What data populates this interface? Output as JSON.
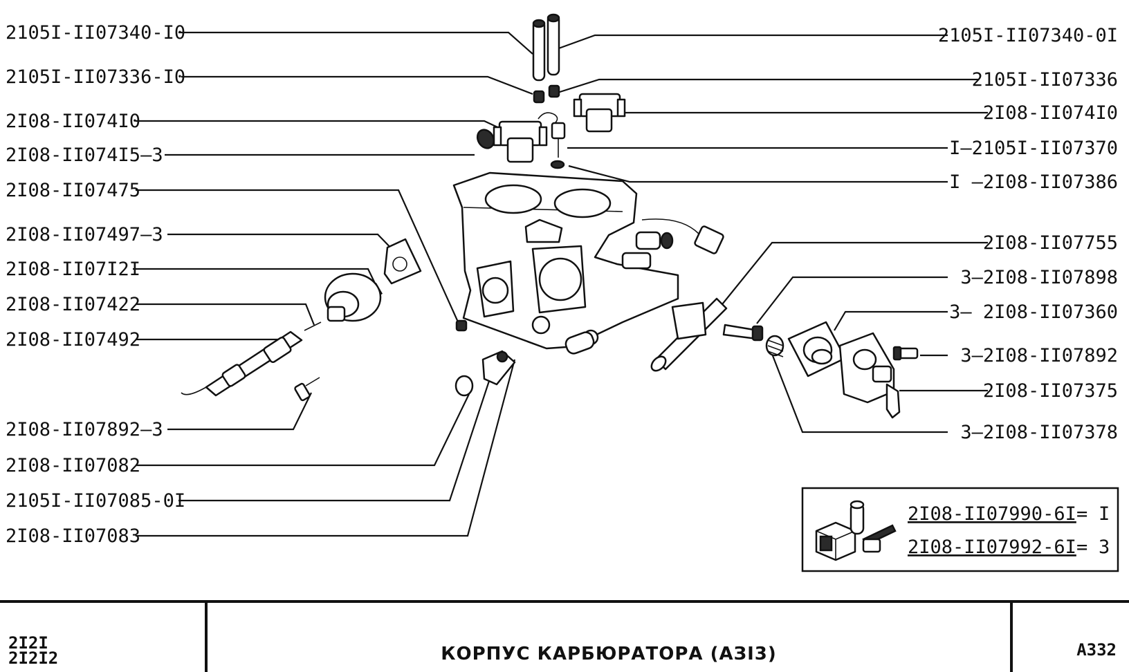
{
  "labels_left": [
    {
      "id": "l1",
      "text": "2105I-II07340-I0"
    },
    {
      "id": "l2",
      "text": "2105I-II07336-I0"
    },
    {
      "id": "l3",
      "text": "2I08-II074I0"
    },
    {
      "id": "l4",
      "text": "2I08-II074I5—3"
    },
    {
      "id": "l5",
      "text": "2I08-II07475"
    },
    {
      "id": "l6",
      "text": "2I08-II07497—3"
    },
    {
      "id": "l7",
      "text": "2I08-II07I2I"
    },
    {
      "id": "l8",
      "text": "2I08-II07422"
    },
    {
      "id": "l9",
      "text": "2I08-II07492"
    },
    {
      "id": "l10",
      "text": "2I08-II07892—3"
    },
    {
      "id": "l11",
      "text": "2I08-II07082"
    },
    {
      "id": "l12",
      "text": "2105I-II07085-0I"
    },
    {
      "id": "l13",
      "text": "2I08-II07083"
    }
  ],
  "labels_right": [
    {
      "id": "r1",
      "text": "2105I-II07340-0I"
    },
    {
      "id": "r2",
      "text": "2105I-II07336"
    },
    {
      "id": "r3",
      "text": "2I08-II074I0"
    },
    {
      "id": "r4",
      "text": "I—2105I-II07370"
    },
    {
      "id": "r5",
      "text": "I —2I08-II07386"
    },
    {
      "id": "r6",
      "text": "2I08-II07755"
    },
    {
      "id": "r7",
      "text": "3—2I08-II07898"
    },
    {
      "id": "r8",
      "text": "3— 2I08-II07360"
    },
    {
      "id": "r9",
      "text": "3—2I08-II07892"
    },
    {
      "id": "r10",
      "text": "2I08-II07375"
    },
    {
      "id": "r11",
      "text": "3—2I08-II07378"
    }
  ],
  "kit_legend": [
    {
      "part": "2I08-II07990-6I",
      "eq": "=",
      "code": "I"
    },
    {
      "part": "2I08-II07992-6I",
      "eq": "=",
      "code": "3"
    }
  ],
  "footer": {
    "models_line1": "2I2I",
    "models_line2": "2I2I2",
    "title": "КОРПУС КАРБЮРАТОРА (АЗI3)",
    "page_code": "А332"
  }
}
